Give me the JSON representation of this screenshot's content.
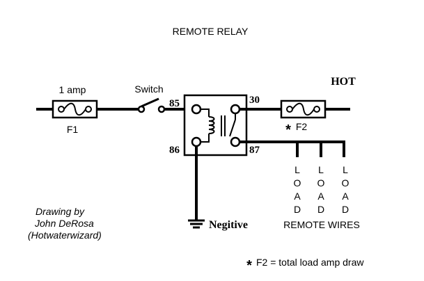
{
  "title": "REMOTE RELAY",
  "fuse1": {
    "rating": "1 amp",
    "name": "F1"
  },
  "switch_label": "Switch",
  "hot_label": "HOT",
  "fuse2": {
    "star": "*",
    "name": "F2"
  },
  "relay": {
    "pin_85": "85",
    "pin_86": "86",
    "pin_30": "30",
    "pin_87": "87"
  },
  "negative_label": "Negitive",
  "load_letters": [
    "L",
    "O",
    "A",
    "D"
  ],
  "remote_wires_label": "REMOTE WIRES",
  "credit": {
    "line1": "Drawing by",
    "line2": "John DeRosa",
    "line3": "(Hotwaterwizard)"
  },
  "note": {
    "star": "*",
    "text": "F2 = total load amp draw"
  },
  "colors": {
    "ink": "#000000",
    "background": "#ffffff"
  }
}
